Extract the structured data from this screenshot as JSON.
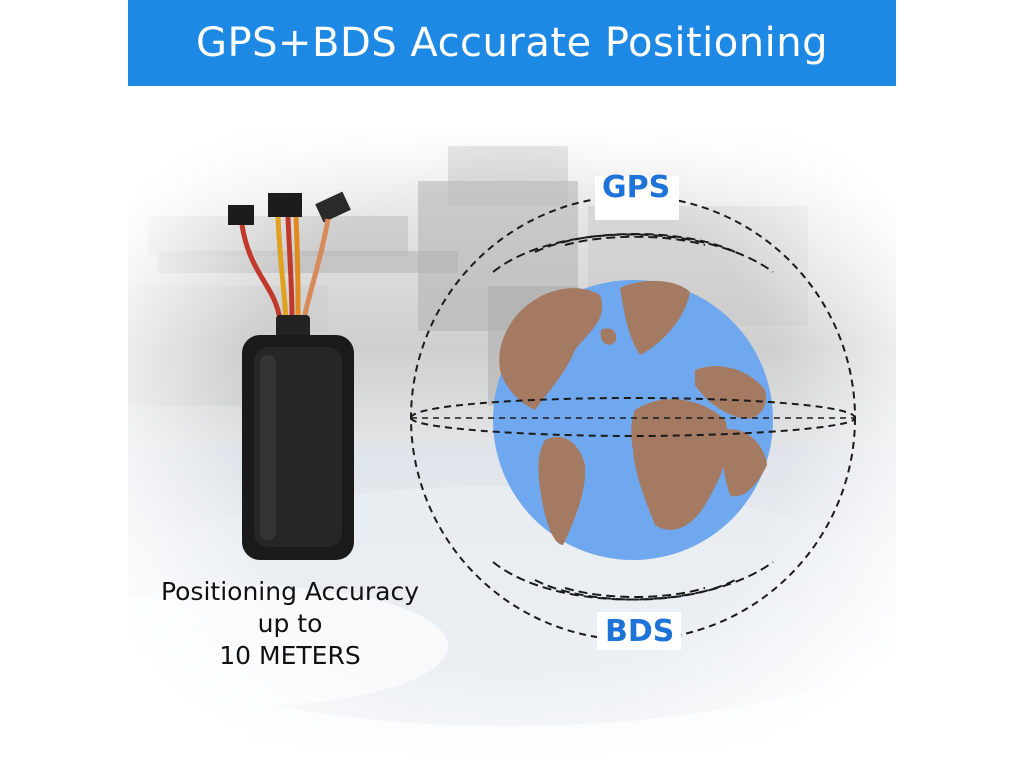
{
  "banner": {
    "title": "GPS+BDS Accurate Positioning"
  },
  "caption": {
    "line1": "Positioning Accuracy",
    "line2": "up to",
    "line3": "10 METERS"
  },
  "labels": {
    "gps": "GPS",
    "bds": "BDS"
  },
  "colors": {
    "banner": "#1e88e5",
    "label": "#1e73d9",
    "ocean": "#6fa8ee",
    "land": "#a47a63",
    "device": "#1a1a1a"
  },
  "icons": [
    "gps-tracker-device",
    "globe",
    "orbit-rings"
  ]
}
